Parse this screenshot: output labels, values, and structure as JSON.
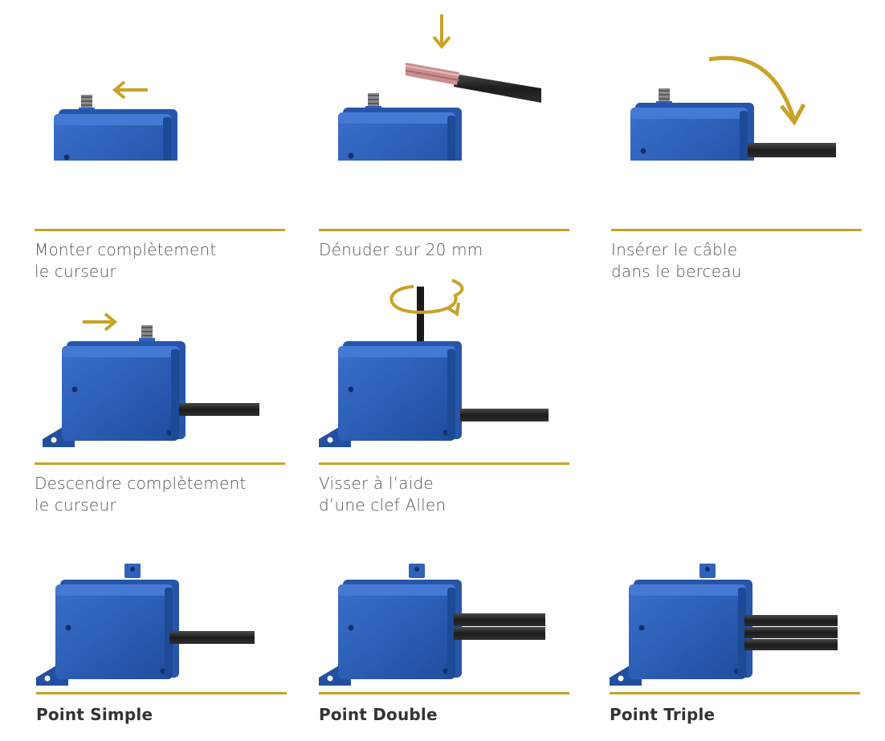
{
  "accent_color": "#c9a227",
  "device_color": "#2a5db5",
  "steps": [
    {
      "id": "step-1",
      "lines": [
        "Monter complètement",
        "le curseur"
      ],
      "icon": "arrow-left-icon"
    },
    {
      "id": "step-2",
      "lines": [
        "Dénuder sur 20 mm"
      ],
      "icon": "arrow-down-icon"
    },
    {
      "id": "step-3",
      "lines": [
        "Insérer le câble",
        "dans le berceau"
      ],
      "icon": "curved-arrow-icon"
    },
    {
      "id": "step-4",
      "lines": [
        "Descendre complètement",
        "le curseur"
      ],
      "icon": "arrow-right-icon"
    },
    {
      "id": "step-5",
      "lines": [
        "Visser à l’aide",
        "d’une clef Allen"
      ],
      "icon": "rotate-arrow-icon"
    }
  ],
  "variants": [
    {
      "id": "variant-simple",
      "label": "Point Simple"
    },
    {
      "id": "variant-double",
      "label": "Point Double"
    },
    {
      "id": "variant-triple",
      "label": "Point Triple"
    }
  ]
}
